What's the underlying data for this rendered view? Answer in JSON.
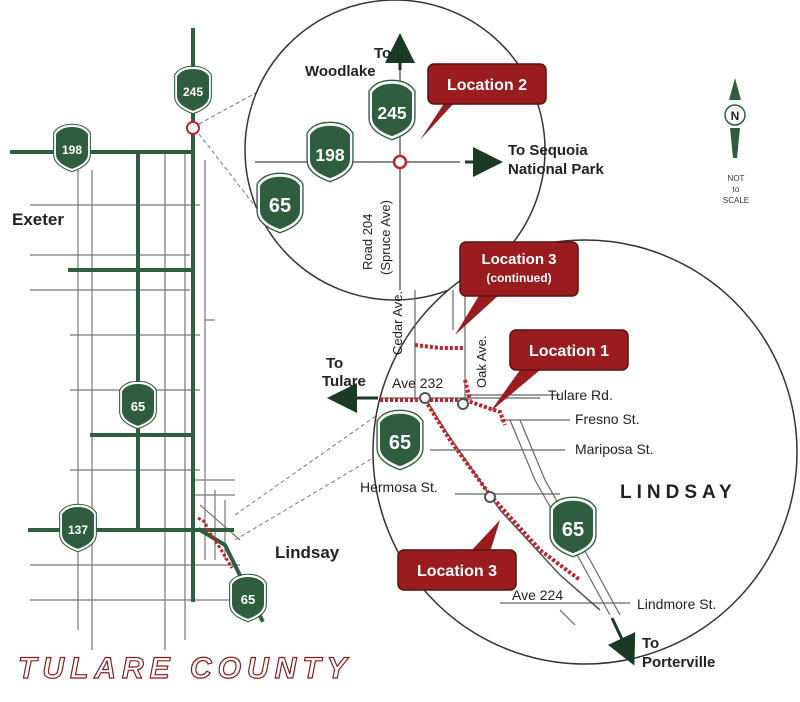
{
  "places": {
    "exeter": "Exeter",
    "lindsay_small": "Lindsay",
    "lindsay_big": "LINDSAY",
    "county": "TULARE COUNTY"
  },
  "directions": {
    "woodlake_to": "To",
    "woodlake": "Woodlake",
    "sequoia_to": "To Sequoia",
    "sequoia": "National Park",
    "tulare_to": "To",
    "tulare": "Tulare",
    "porterville_to": "To",
    "porterville": "Porterville"
  },
  "callouts": {
    "loc1": "Location 1",
    "loc2": "Location 2",
    "loc3a": "Location 3",
    "loc3a_sub": "(continued)",
    "loc3b": "Location 3"
  },
  "roads": {
    "road204": "Road 204",
    "spruce": "(Spruce Ave)",
    "cedar": "Cedar Ave.",
    "oak": "Oak Ave.",
    "ave232": "Ave 232",
    "tulare_rd": "Tulare Rd.",
    "fresno": "Fresno St.",
    "mariposa": "Mariposa St.",
    "hermosa": "Hermosa St.",
    "ave224": "Ave 224",
    "lindmore": "Lindmore St."
  },
  "shields": {
    "s245_small": "245",
    "s198_small": "198",
    "s65_mid": "65",
    "s137": "137",
    "s65_low": "65",
    "s245_inset": "245",
    "s198_inset": "198",
    "s65_inset": "65",
    "s65_lindsay_a": "65",
    "s65_lindsay_b": "65"
  },
  "north": {
    "letter": "N",
    "not": "NOT",
    "to": "to",
    "scale": "SCALE"
  },
  "colors": {
    "highway_green": "#2e5e3e",
    "callout_red": "#9b1c1f",
    "route_red": "#c0232a",
    "road_gray": "#666666"
  },
  "icons": [
    "north-arrow-icon",
    "highway-shield-icon",
    "direction-arrow-icon",
    "location-marker-icon"
  ]
}
